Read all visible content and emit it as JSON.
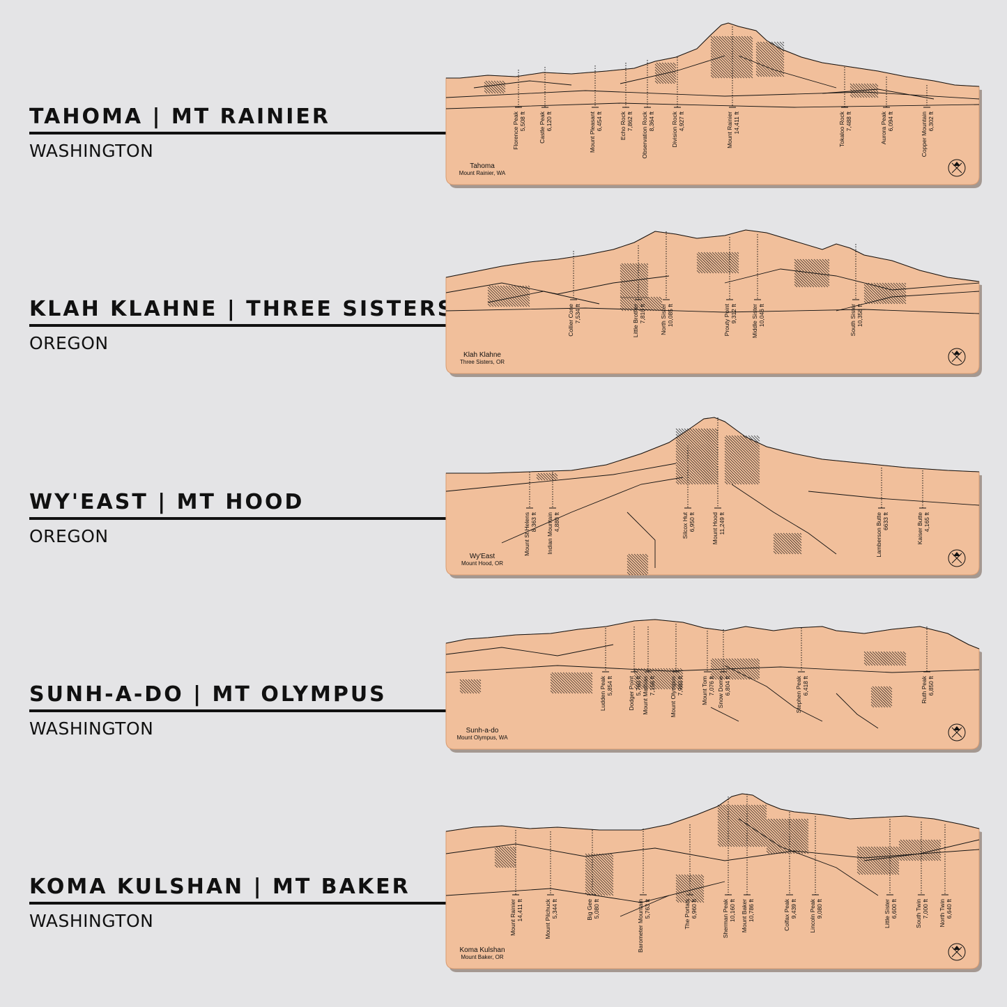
{
  "colors": {
    "background": "#e4e4e6",
    "wood": "#f1bf9b",
    "ink": "#111111"
  },
  "mountains": [
    {
      "title": "TAHOMA | MT RAINIER",
      "state": "WASHINGTON",
      "caption_name": "Tahoma",
      "caption_sub": "Mount Rainier, WA",
      "peaks": [
        {
          "name": "Florence Peak",
          "elev": "5,508 ft"
        },
        {
          "name": "Castle Peak",
          "elev": "6,120 ft"
        },
        {
          "name": "Mount Pleasant",
          "elev": "6,454 ft"
        },
        {
          "name": "Echo Rock",
          "elev": "7,862 ft"
        },
        {
          "name": "Observation Rock",
          "elev": "8,364 ft"
        },
        {
          "name": "Division Rock",
          "elev": "4,927 ft"
        },
        {
          "name": "Mount Rainier",
          "elev": "14,411 ft"
        },
        {
          "name": "Tokaloo Rock",
          "elev": "7,488 ft"
        },
        {
          "name": "Aurora Peak",
          "elev": "6,094 ft"
        },
        {
          "name": "Copper Mountain",
          "elev": "6,302 ft"
        }
      ]
    },
    {
      "title": "KLAH KLAHNE | THREE SISTERS",
      "state": "OREGON",
      "caption_name": "Klah Klahne",
      "caption_sub": "Three Sisters, OR",
      "peaks": [
        {
          "name": "Collier Cone",
          "elev": "7,534 ft"
        },
        {
          "name": "Little Brother",
          "elev": "7,810 ft"
        },
        {
          "name": "North Sister",
          "elev": "10,085 ft"
        },
        {
          "name": "Prouty Point",
          "elev": "9,312 ft"
        },
        {
          "name": "Middle Sister",
          "elev": "10,046 ft"
        },
        {
          "name": "South Sister",
          "elev": "10,358 ft"
        }
      ]
    },
    {
      "title": "WY'EAST | MT HOOD",
      "state": "OREGON",
      "caption_name": "Wy'East",
      "caption_sub": "Mount Hood, OR",
      "peaks": [
        {
          "name": "Mount St Helens",
          "elev": "8,363 ft"
        },
        {
          "name": "Indian Mountain",
          "elev": "4,880 ft"
        },
        {
          "name": "Silcox Hut",
          "elev": "6,950 ft"
        },
        {
          "name": "Mount Hood",
          "elev": "11,249 ft"
        },
        {
          "name": "Lamberson Butte",
          "elev": "6633 ft"
        },
        {
          "name": "Kaiser Butte",
          "elev": "4,165 ft"
        }
      ]
    },
    {
      "title": "SUNH-A-DO | MT OLYMPUS",
      "state": "WASHINGTON",
      "caption_name": "Sunh-a-do",
      "caption_sub": "Mount Olympus, WA",
      "peaks": [
        {
          "name": "Ludden Peak",
          "elev": "5,854 ft"
        },
        {
          "name": "Dodger Point",
          "elev": "5,760 ft"
        },
        {
          "name": "Mount Mathias",
          "elev": "7,156 ft"
        },
        {
          "name": "Mount Olympus",
          "elev": "7,980 ft"
        },
        {
          "name": "Mount Tom",
          "elev": "7,076 ft"
        },
        {
          "name": "Snow Dome",
          "elev": "6,804 ft"
        },
        {
          "name": "Stephen Peak",
          "elev": "6,418 ft"
        },
        {
          "name": "Ruth Peak",
          "elev": "6,850 ft"
        }
      ]
    },
    {
      "title": "KOMA KULSHAN | MT BAKER",
      "state": "WASHINGTON",
      "caption_name": "Koma Kulshan",
      "caption_sub": "Mount Baker, OR",
      "peaks": [
        {
          "name": "Mount Rainier",
          "elev": "14,411 ft"
        },
        {
          "name": "Mount Pilchuck",
          "elev": "5,344 ft"
        },
        {
          "name": "Big Gee",
          "elev": "5,080 ft"
        },
        {
          "name": "Barometer Mountain",
          "elev": "5,763 ft"
        },
        {
          "name": "The Portals",
          "elev": "6,960 ft"
        },
        {
          "name": "Sherman Peak",
          "elev": "10,160 ft"
        },
        {
          "name": "Mount Baker",
          "elev": "10,786 ft"
        },
        {
          "name": "Colfax Peak",
          "elev": "9,439 ft"
        },
        {
          "name": "Lincoln Peak",
          "elev": "9,080 ft"
        },
        {
          "name": "Little Sister",
          "elev": "6,600 ft"
        },
        {
          "name": "South Twin",
          "elev": "7,000 ft"
        },
        {
          "name": "North Twin",
          "elev": "6,640 ft"
        }
      ]
    }
  ]
}
